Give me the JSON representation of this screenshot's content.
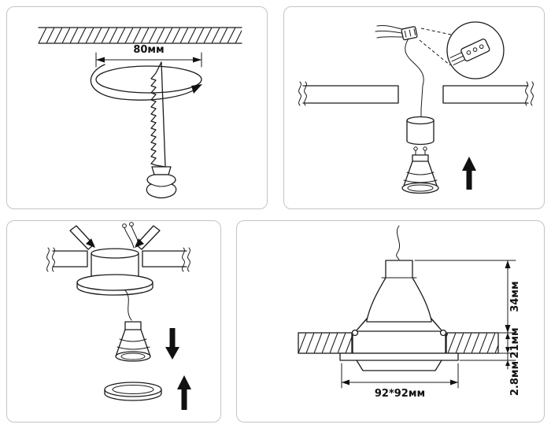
{
  "panels": {
    "cut_hole": {
      "dimension": "80мм"
    },
    "install": {
      "dim_height_above": "34мм",
      "dim_recess": "21мм",
      "dim_trim": "2.8мм",
      "dim_width": "92*92мм"
    }
  },
  "colors": {
    "line": "#1b1b1b",
    "panel_border": "#c4c4c4",
    "background": "#ffffff"
  }
}
